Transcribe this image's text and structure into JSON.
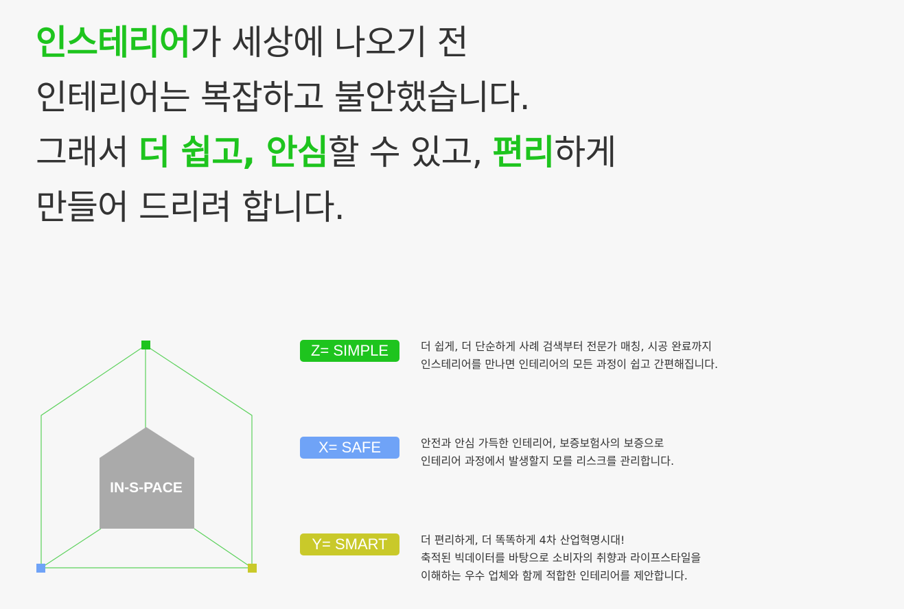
{
  "headline": {
    "line1": {
      "highlight": "인스테리어",
      "rest": "가 세상에 나오기 전"
    },
    "line2": {
      "text": "인테리어는 복잡하고 불안했습니다."
    },
    "line3": {
      "a": "그래서 ",
      "b": "더 쉽고, 안심",
      "c": "할 수 있고, ",
      "d": "편리",
      "e": "하게"
    },
    "line4": {
      "text": "만들어 드리려 합니다."
    }
  },
  "diagram": {
    "center_label": "IN-S-PACE",
    "colors": {
      "line": "#5bd15b",
      "top_node": "#1ec41e",
      "left_node": "#6fa3f7",
      "right_node": "#c9c92a",
      "house": "#aaaaaa"
    }
  },
  "features": [
    {
      "tag": "Z= SIMPLE",
      "color": "#1ec41e",
      "lines": [
        "더 쉽게, 더 단순하게 사례 검색부터 전문가 매칭, 시공 완료까지",
        "인스테리어를 만나면 인테리어의 모든 과정이 쉽고 간편해집니다."
      ]
    },
    {
      "tag": "X= SAFE",
      "color": "#6fa3f7",
      "lines": [
        "안전과 안심 가득한 인테리어, 보증보험사의 보증으로",
        "인테리어 과정에서 발생할지 모를 리스크를 관리합니다."
      ]
    },
    {
      "tag": "Y= SMART",
      "color": "#c9c92a",
      "lines": [
        "더 편리하게, 더 똑똑하게 4차 산업혁명시대!",
        "축적된 빅데이터를 바탕으로 소비자의 취향과 라이프스타일을",
        "이해하는 우수 업체와 함께 적합한 인테리어를 제안합니다."
      ]
    }
  ]
}
